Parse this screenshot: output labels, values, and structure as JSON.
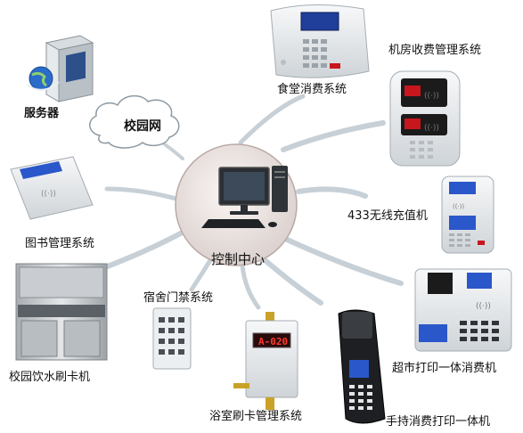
{
  "center": {
    "label": "控制中心"
  },
  "network": {
    "label": "校园网"
  },
  "server": {
    "label": "服务器"
  },
  "terminals": {
    "canteen": "食堂消费系统",
    "computer_room": "机房收费管理系统",
    "recharge_433": "433无线充值机",
    "supermarket": "超市打印一体消费机",
    "handheld": "手持消费打印一体机",
    "bathroom": "浴室刷卡管理系统",
    "dorm_access": "宿舍门禁系统",
    "water": "校园饮水刷卡机",
    "library": "图书管理系统"
  },
  "displays": {
    "water_meter": "A-020"
  },
  "colors": {
    "center_fill": "#e9e1df",
    "connector": "#c9d2d8",
    "device_body": "#eef1f3",
    "device_screen": "#1f3f9a",
    "red_display": "#c8161d"
  }
}
